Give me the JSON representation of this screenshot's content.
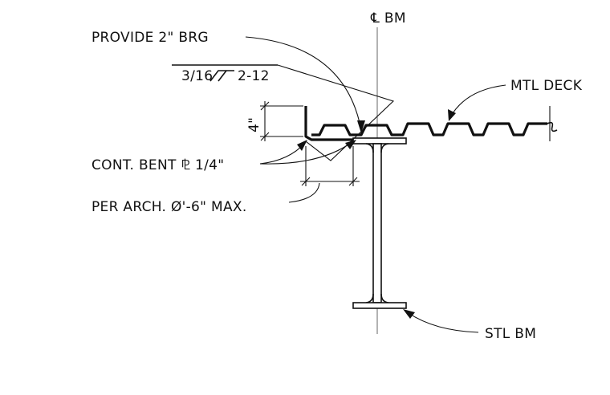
{
  "diagram": {
    "centerline_label": "℄ BM",
    "weld_symbol": {
      "size": "3/16",
      "length_pitch": "2-12"
    },
    "callouts": {
      "bearing": "PROVIDE 2\" BRG",
      "deck": "MTL DECK",
      "bent_plate": "CONT. BENT ⅊ 1/4\"",
      "extent": "PER ARCH. Ø'-6\" MAX.",
      "beam": "STL BM"
    },
    "dimension": {
      "vertical": "4\""
    }
  }
}
